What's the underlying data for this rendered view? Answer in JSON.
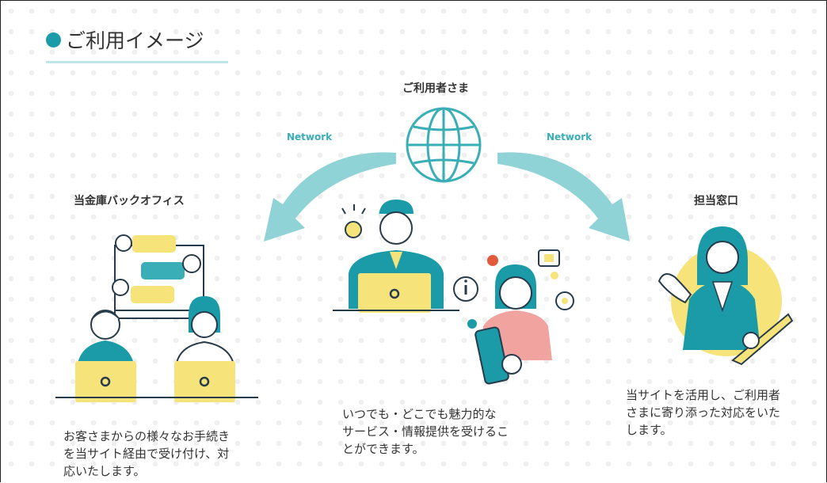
{
  "title": "ご利用イメージ",
  "center": {
    "label": "ご利用者さま",
    "description": [
      "いつでも・どこでも魅力的な",
      "サービス・情報提供を受けるこ",
      "とができます。"
    ]
  },
  "network_left": "Network",
  "network_right": "Network",
  "left": {
    "label": "当金庫バックオフィス",
    "description": [
      "お客さまからの様々なお手続き",
      "を当サイト経由で受け付け、対",
      "応いたします。"
    ]
  },
  "right": {
    "label": "担当窓口",
    "description": [
      "当サイトを活用し、ご利用者",
      "さまに寄り添った対応をいた",
      "します。"
    ]
  },
  "colors": {
    "teal": "#1a9ba7",
    "arrow": "#8fd3d6",
    "yellow": "#f6e37a",
    "navy": "#283b4a",
    "pink": "#f1a3a0"
  }
}
